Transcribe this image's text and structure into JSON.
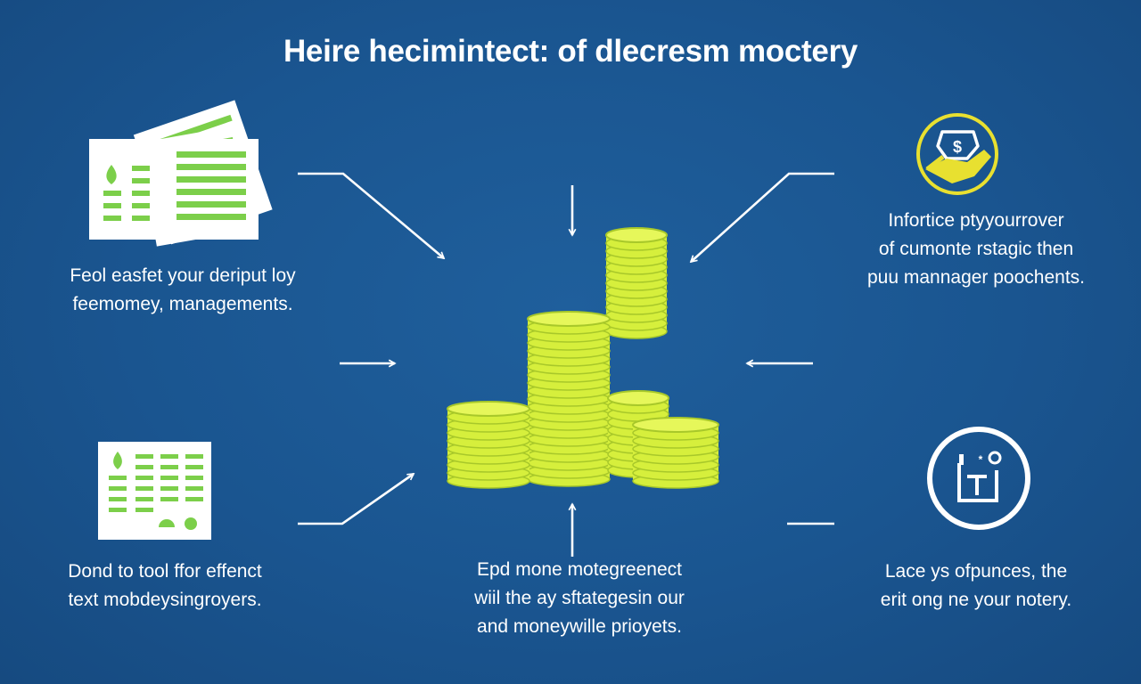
{
  "title": "Heire hecimintect: of dlecresm moctery",
  "captions": {
    "top_left": [
      "Feol easfet your deriput loy",
      "feemomey, managements."
    ],
    "top_right": [
      "Infortice ptyyourrover",
      "of cumonte rstagic then",
      "puu mannager poochents."
    ],
    "bottom_left": [
      "Dond to tool ffor effenct",
      "text mobdeysingroyers."
    ],
    "bottom_center": [
      "Epd mone motegreenect",
      "wiil the ay sftategesin our",
      "and moneywille prioyets."
    ],
    "bottom_right": [
      "Lace ys ofpunces, the",
      "erit ong ne your notery."
    ]
  },
  "icons": {
    "top_left": "spreadsheet-documents-icon",
    "top_right": "dollar-hand-icon",
    "bottom_left": "spreadsheet-icon",
    "bottom_right": "calculator-icon",
    "center": "coin-stacks-icon"
  },
  "colors": {
    "background": "#1a5590",
    "accent_green": "#7ccf4a",
    "coin_yellow": "#d6ef3c",
    "icon_yellow": "#e8e030",
    "text": "#ffffff"
  }
}
